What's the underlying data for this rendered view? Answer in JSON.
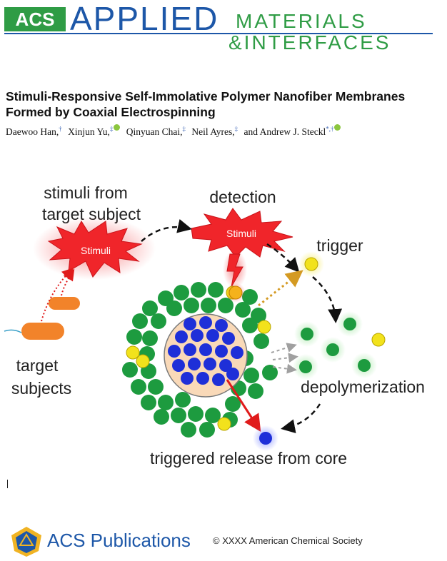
{
  "journal": {
    "acs": "ACS",
    "applied": "APPLIED",
    "materials": "MATERIALS",
    "interfaces": "&INTERFACES"
  },
  "article": {
    "title": "Stimuli-Responsive Self-Immolative Polymer Nanofiber Membranes Formed by Coaxial Electrospinning",
    "authors": [
      {
        "name": "Daewoo Han,",
        "mark": "†",
        "orcid": false
      },
      {
        "name": "Xinjun Yu,",
        "mark": "‡",
        "orcid": true
      },
      {
        "name": "Qinyuan Chai,",
        "mark": "‡",
        "orcid": false
      },
      {
        "name": "Neil Ayres,",
        "mark": "‡",
        "orcid": false
      },
      {
        "name": "and Andrew J. Steckl",
        "mark": "*,†",
        "orcid": true
      }
    ]
  },
  "graphic": {
    "label_stimuli_source_1": "stimuli from",
    "label_stimuli_source_2": "target subject",
    "label_detection": "detection",
    "burst_text_left": "Stimuli",
    "burst_text_right": "Stimuli",
    "label_trigger": "trigger",
    "label_target_1": "target",
    "label_target_2": "subjects",
    "label_depolymerization": "depolymerization",
    "label_release": "triggered release from core",
    "colors": {
      "shell_green": "#1d9b3f",
      "core_blue": "#1e2fd8",
      "trigger_yellow": "#f2e21c",
      "burst_red": "#f0252a",
      "bacteria_orange": "#f2832a",
      "arrow_gold": "#d49a22",
      "core_fill": "#f9d9b8"
    }
  },
  "footer": {
    "publisher": "ACS Publications",
    "copyright": "© XXXX American Chemical Society"
  }
}
